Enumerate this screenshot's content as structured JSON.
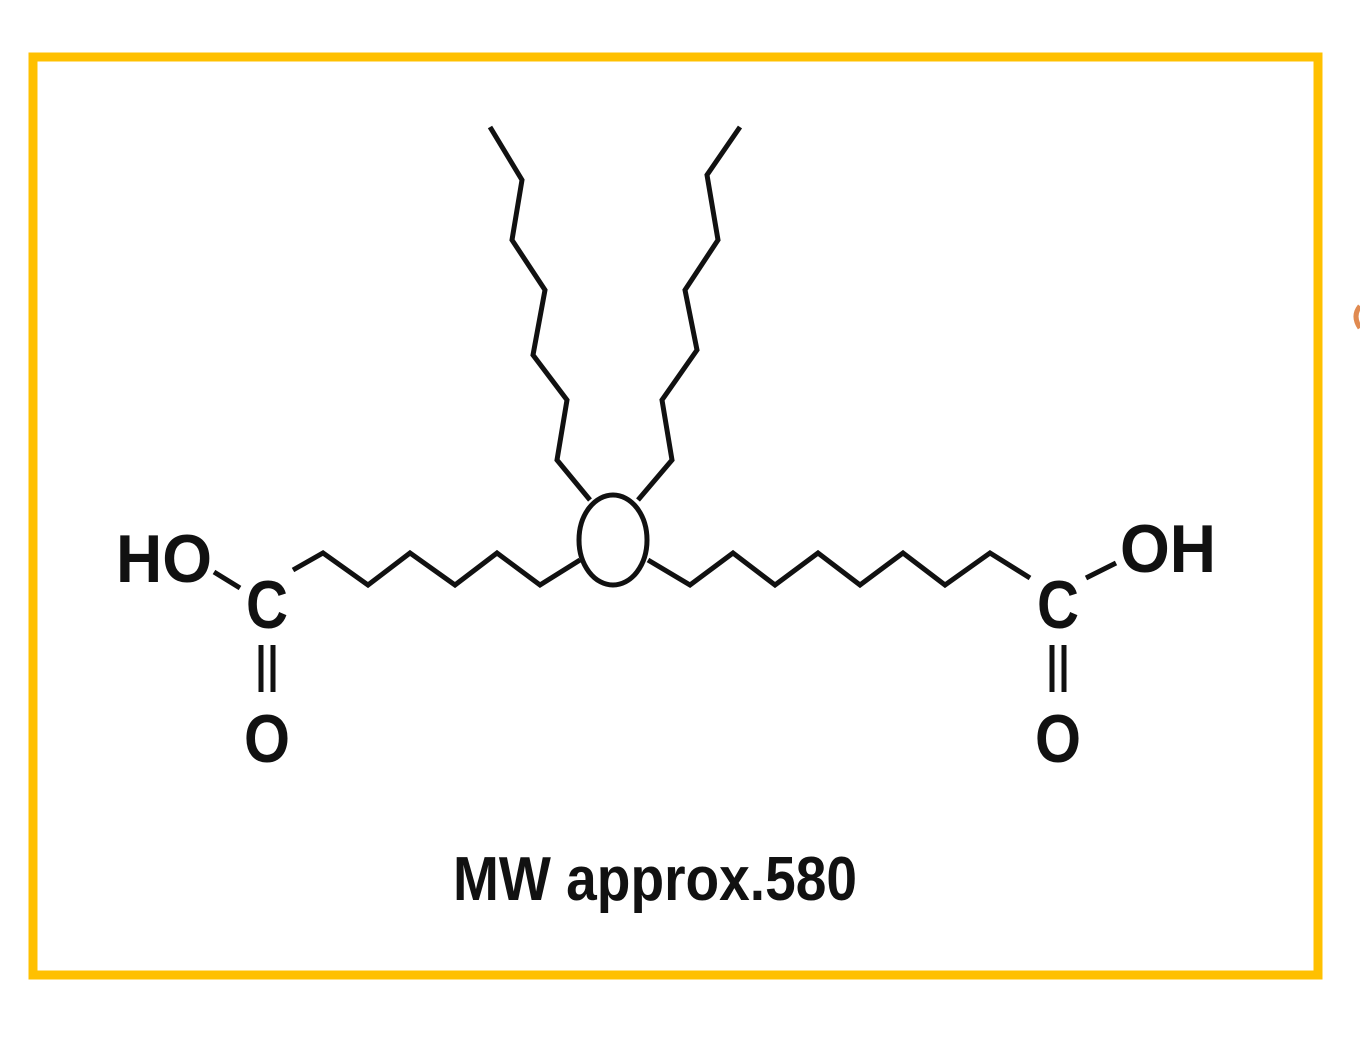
{
  "diagram": {
    "type": "chemical-structure",
    "frame_color": "#FFC000",
    "labels": {
      "left_hydroxyl": "HO",
      "left_carbon": "C",
      "left_oxygen": "O",
      "right_hydroxyl": "OH",
      "right_carbon": "C",
      "right_oxygen": "O"
    },
    "caption": "MW approx.580"
  }
}
